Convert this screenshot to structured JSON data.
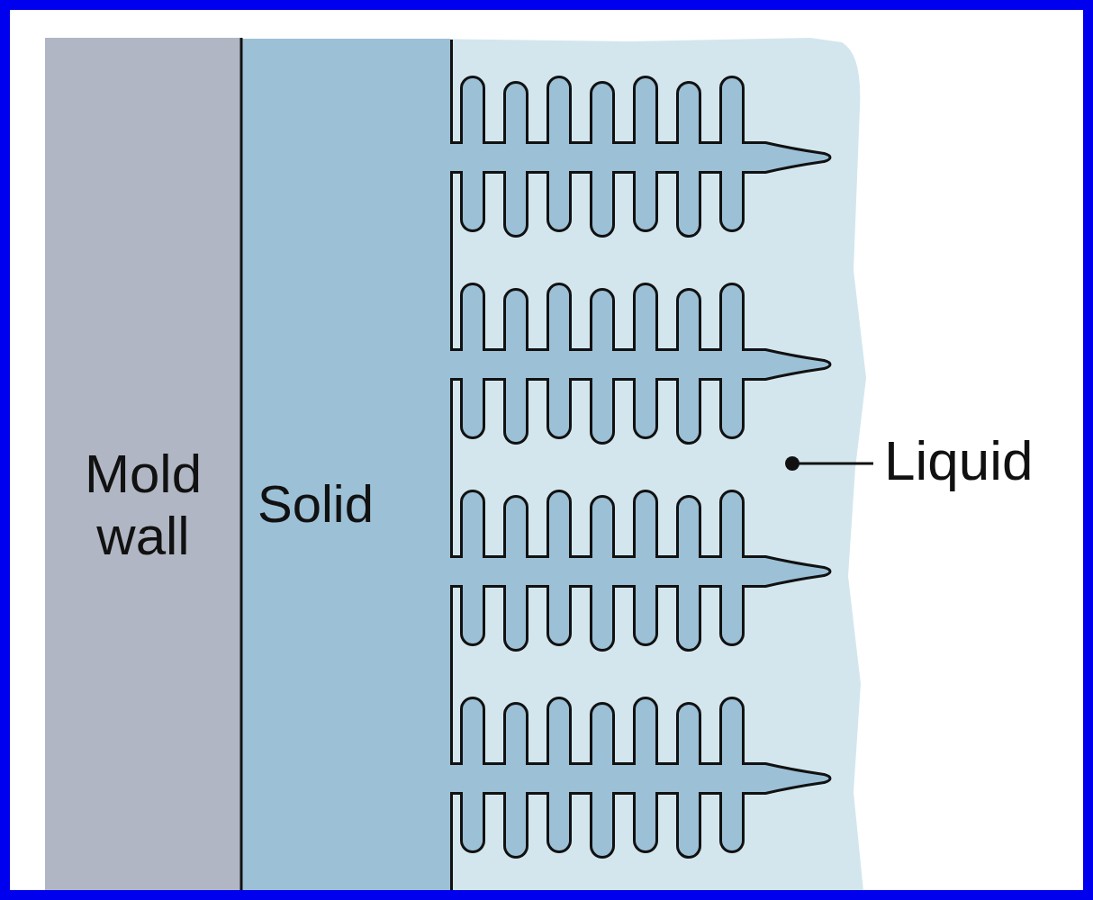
{
  "diagram": {
    "nodes": [
      {
        "text": [
          "Mold wall"
        ]
      },
      {
        "text": [
          "Solid"
        ]
      }
    ],
    "labels": [
      "Liquid"
    ]
  }
}
